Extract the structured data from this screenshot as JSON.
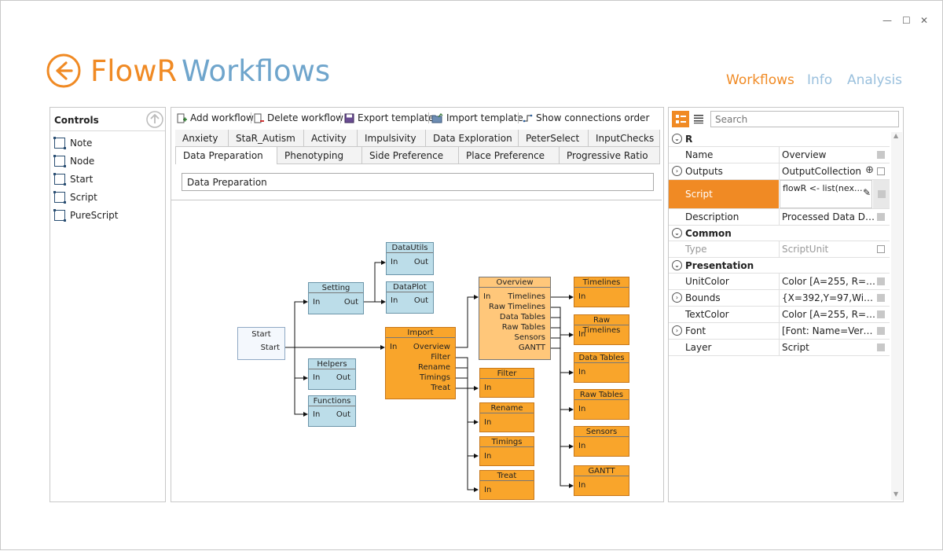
{
  "window": {
    "minimize": "—",
    "maximize": "☐",
    "close": "✕"
  },
  "app": {
    "title_first": "FlowR",
    "title_second": "Workflows"
  },
  "nav": {
    "workflows": "Workflows",
    "info": "Info",
    "analysis": "Analysis"
  },
  "colors": {
    "accent": "#f08a24",
    "secondary": "#6fa5cc",
    "node_blue": "#bcdde9",
    "node_orange": "#f9a52b"
  },
  "controls": {
    "title": "Controls",
    "items": [
      "Note",
      "Node",
      "Start",
      "Script",
      "PureScript"
    ]
  },
  "toolbar": {
    "add": "Add workflow",
    "delete": "Delete workflow",
    "export": "Export template",
    "import": "Import template",
    "connections": "Show connections order"
  },
  "tabs": {
    "row1": [
      "Anxiety",
      "StaR_Autism",
      "Activity",
      "Impulsivity",
      "Data Exploration",
      "PeterSelect",
      "InputChecks"
    ],
    "row2": [
      "Data Preparation",
      "Phenotyping",
      "Side Preference",
      "Place Preference",
      "Progressive Ratio"
    ],
    "active_text": "Data Preparation"
  },
  "nodes": {
    "start": {
      "title": "Start",
      "port": "Start"
    },
    "setting": {
      "title": "Setting",
      "in": "In",
      "out": "Out"
    },
    "helpers": {
      "title": "Helpers",
      "in": "In",
      "out": "Out"
    },
    "functions": {
      "title": "Functions",
      "in": "In",
      "out": "Out"
    },
    "datautils": {
      "title": "DataUtils",
      "in": "In",
      "out": "Out"
    },
    "dataplot": {
      "title": "DataPlot",
      "in": "In",
      "out": "Out"
    },
    "import": {
      "title": "Import",
      "in": "In",
      "outs": [
        "Overview",
        "Filter",
        "Rename",
        "Timings",
        "Treat"
      ]
    },
    "overview": {
      "title": "Overview",
      "in": "In",
      "outs": [
        "Timelines",
        "Raw Timelines",
        "Data Tables",
        "Raw Tables",
        "Sensors",
        "GANTT"
      ]
    },
    "filter": {
      "title": "Filter",
      "in": "In"
    },
    "rename": {
      "title": "Rename",
      "in": "In"
    },
    "timings": {
      "title": "Timings",
      "in": "In"
    },
    "treat": {
      "title": "Treat",
      "in": "In"
    },
    "timelines": {
      "title": "Timelines",
      "in": "In"
    },
    "rawtimelines": {
      "title": "Raw Timelines",
      "in": "In"
    },
    "datatables": {
      "title": "Data Tables",
      "in": "In"
    },
    "rawtables": {
      "title": "Raw Tables",
      "in": "In"
    },
    "sensors": {
      "title": "Sensors",
      "in": "In"
    },
    "gantt": {
      "title": "GANTT",
      "in": "In"
    }
  },
  "properties": {
    "search_placeholder": "Search",
    "cat_r": "R",
    "cat_common": "Common",
    "cat_presentation": "Presentation",
    "rows": {
      "name": {
        "k": "Name",
        "v": "Overview"
      },
      "outputs": {
        "k": "Outputs",
        "v": "OutputCollection"
      },
      "script": {
        "k": "Script",
        "v": "flowR <- list(nex..."
      },
      "description": {
        "k": "Description",
        "v": "Processed Data De..."
      },
      "type": {
        "k": "Type",
        "v": "ScriptUnit"
      },
      "unitcolor": {
        "k": "UnitColor",
        "v": "Color [A=255, R=2..."
      },
      "bounds": {
        "k": "Bounds",
        "v": "{X=392,Y=97,Widt..."
      },
      "textcolor": {
        "k": "TextColor",
        "v": "Color [A=255, R=0,..."
      },
      "font": {
        "k": "Font",
        "v": "[Font: Name=Verd..."
      },
      "layer": {
        "k": "Layer",
        "v": "Script"
      }
    }
  }
}
